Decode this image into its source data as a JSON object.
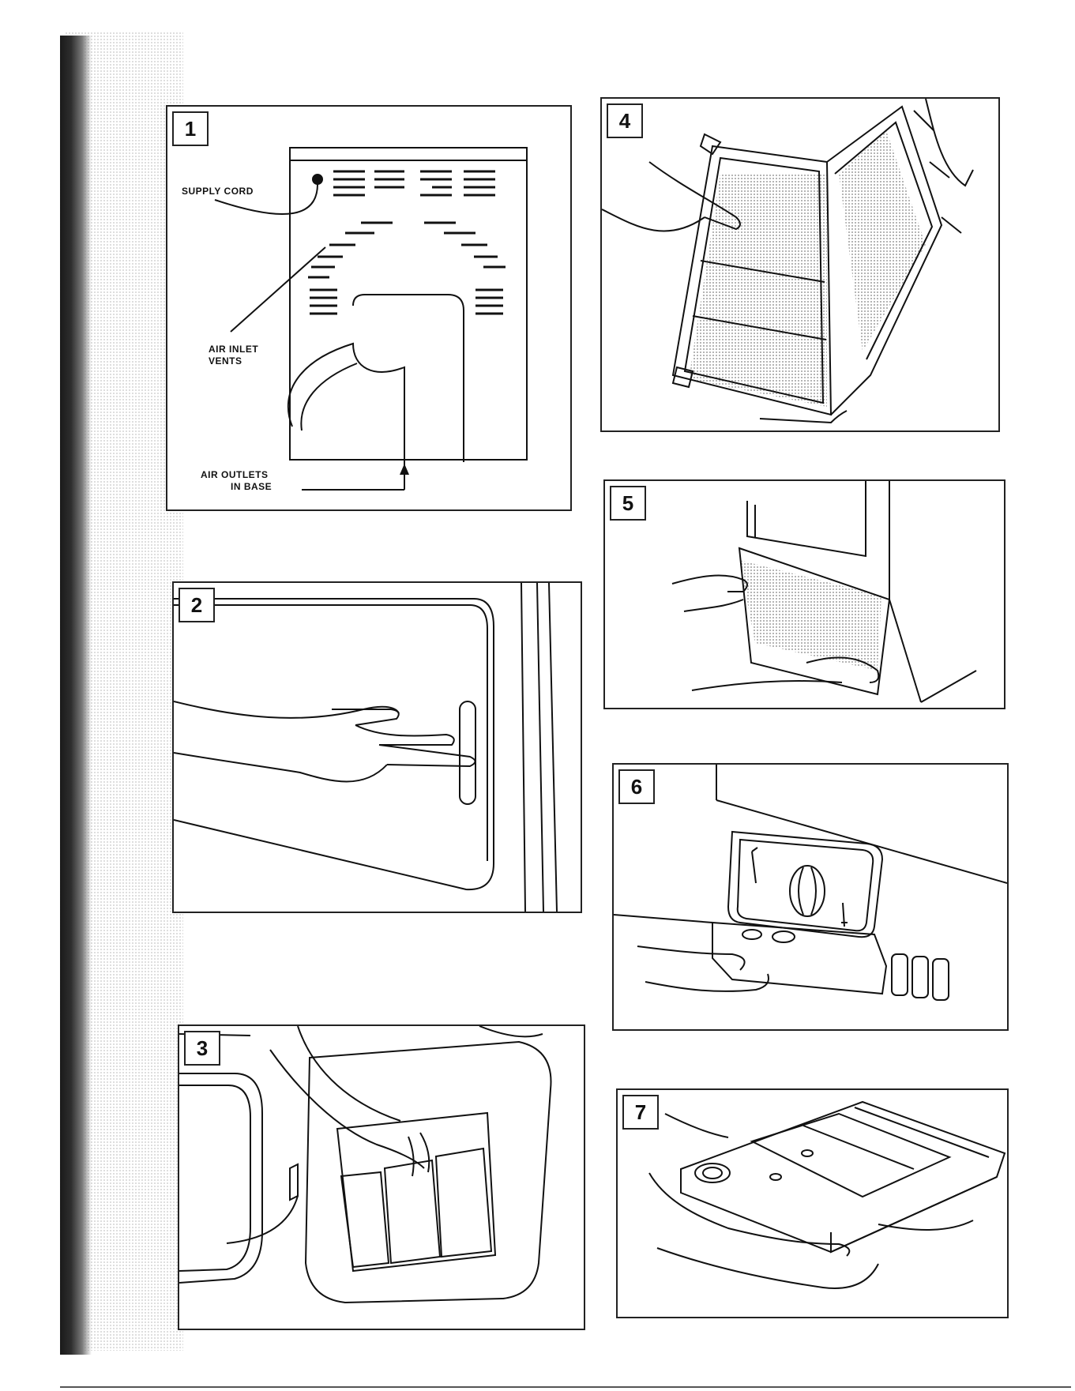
{
  "panels": [
    {
      "number": "1"
    },
    {
      "number": "2"
    },
    {
      "number": "3"
    },
    {
      "number": "4"
    },
    {
      "number": "5"
    },
    {
      "number": "6"
    },
    {
      "number": "7"
    }
  ],
  "panel1_labels": {
    "supply_cord": "SUPPLY CORD",
    "air_inlet_line1": "AIR INLET",
    "air_inlet_line2": "VENTS",
    "air_outlets_line1": "AIR OUTLETS",
    "air_outlets_line2": "IN BASE"
  }
}
